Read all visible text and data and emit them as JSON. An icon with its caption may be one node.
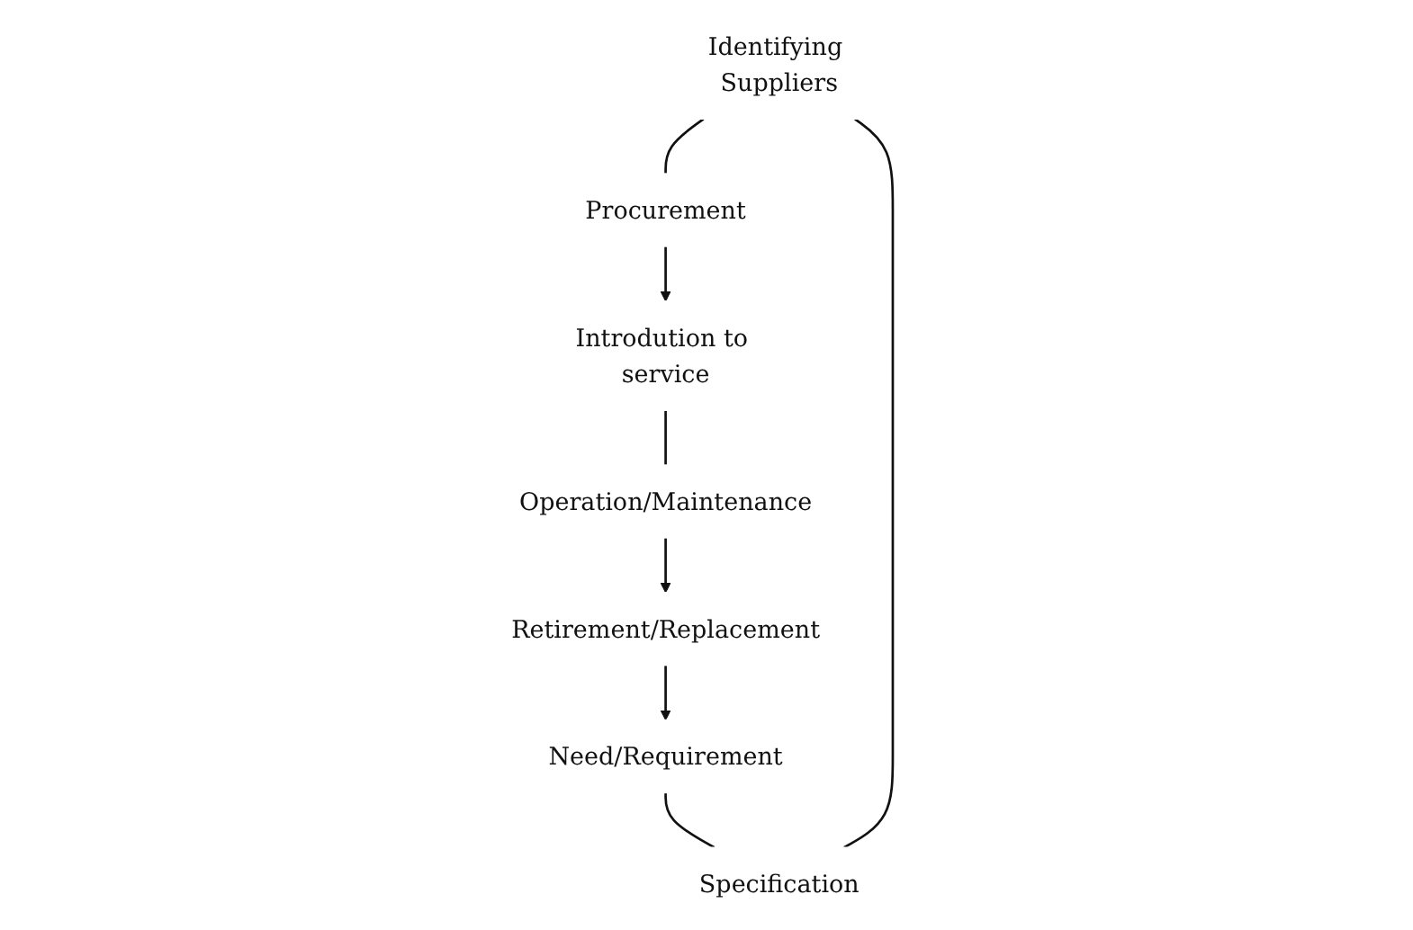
{
  "diagram": {
    "nodes": [
      {
        "text": [
          "Identifying Suppliers"
        ]
      },
      {
        "text": [
          "Specification"
        ]
      },
      {
        "text": [
          "Procurement"
        ]
      },
      {
        "text": [
          "Need/Requirement"
        ]
      },
      {
        "text": [
          "Introdution to service"
        ]
      },
      {
        "text": [
          "Retirement/Replacement"
        ]
      },
      {
        "text": [
          "Operation/Maintenance"
        ]
      }
    ],
    "edges": [
      {
        "from": 0,
        "to": 2,
        "arrow": "none"
      },
      {
        "from": 2,
        "to": 4,
        "arrow": "to"
      },
      {
        "from": 4,
        "to": 6,
        "arrow": "none"
      },
      {
        "from": 6,
        "to": 5,
        "arrow": "to"
      },
      {
        "from": 5,
        "to": 3,
        "arrow": "to"
      },
      {
        "from": 3,
        "to": 1,
        "arrow": "none"
      },
      {
        "from": 1,
        "to": 0,
        "arrow": "none"
      }
    ]
  }
}
